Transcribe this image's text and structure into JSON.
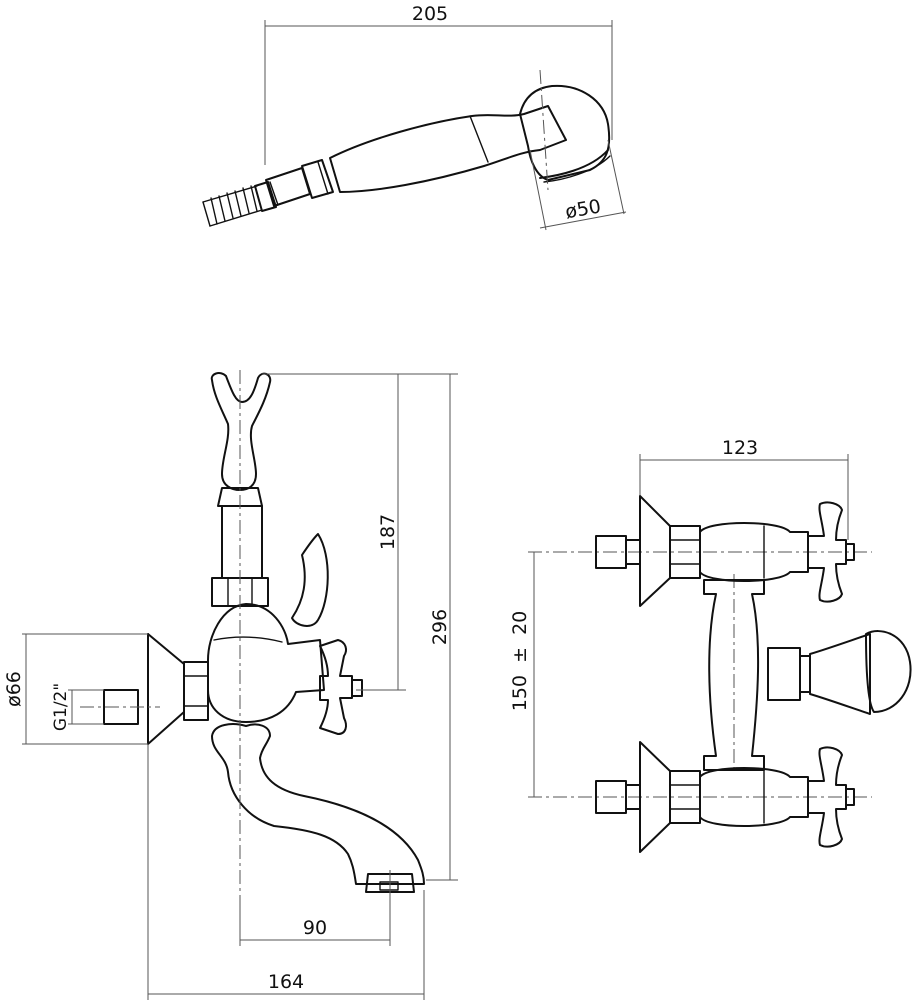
{
  "hand_shower": {
    "length_label": "205",
    "head_diameter_label": "ø50"
  },
  "side_view": {
    "dim_187": "187",
    "dim_296": "296",
    "dim_90": "90",
    "dim_164": "164",
    "dim_66": "ø66",
    "dim_thread": "G1/2\""
  },
  "front_view": {
    "dim_123": "123",
    "dim_centers": "150  ±  20"
  }
}
